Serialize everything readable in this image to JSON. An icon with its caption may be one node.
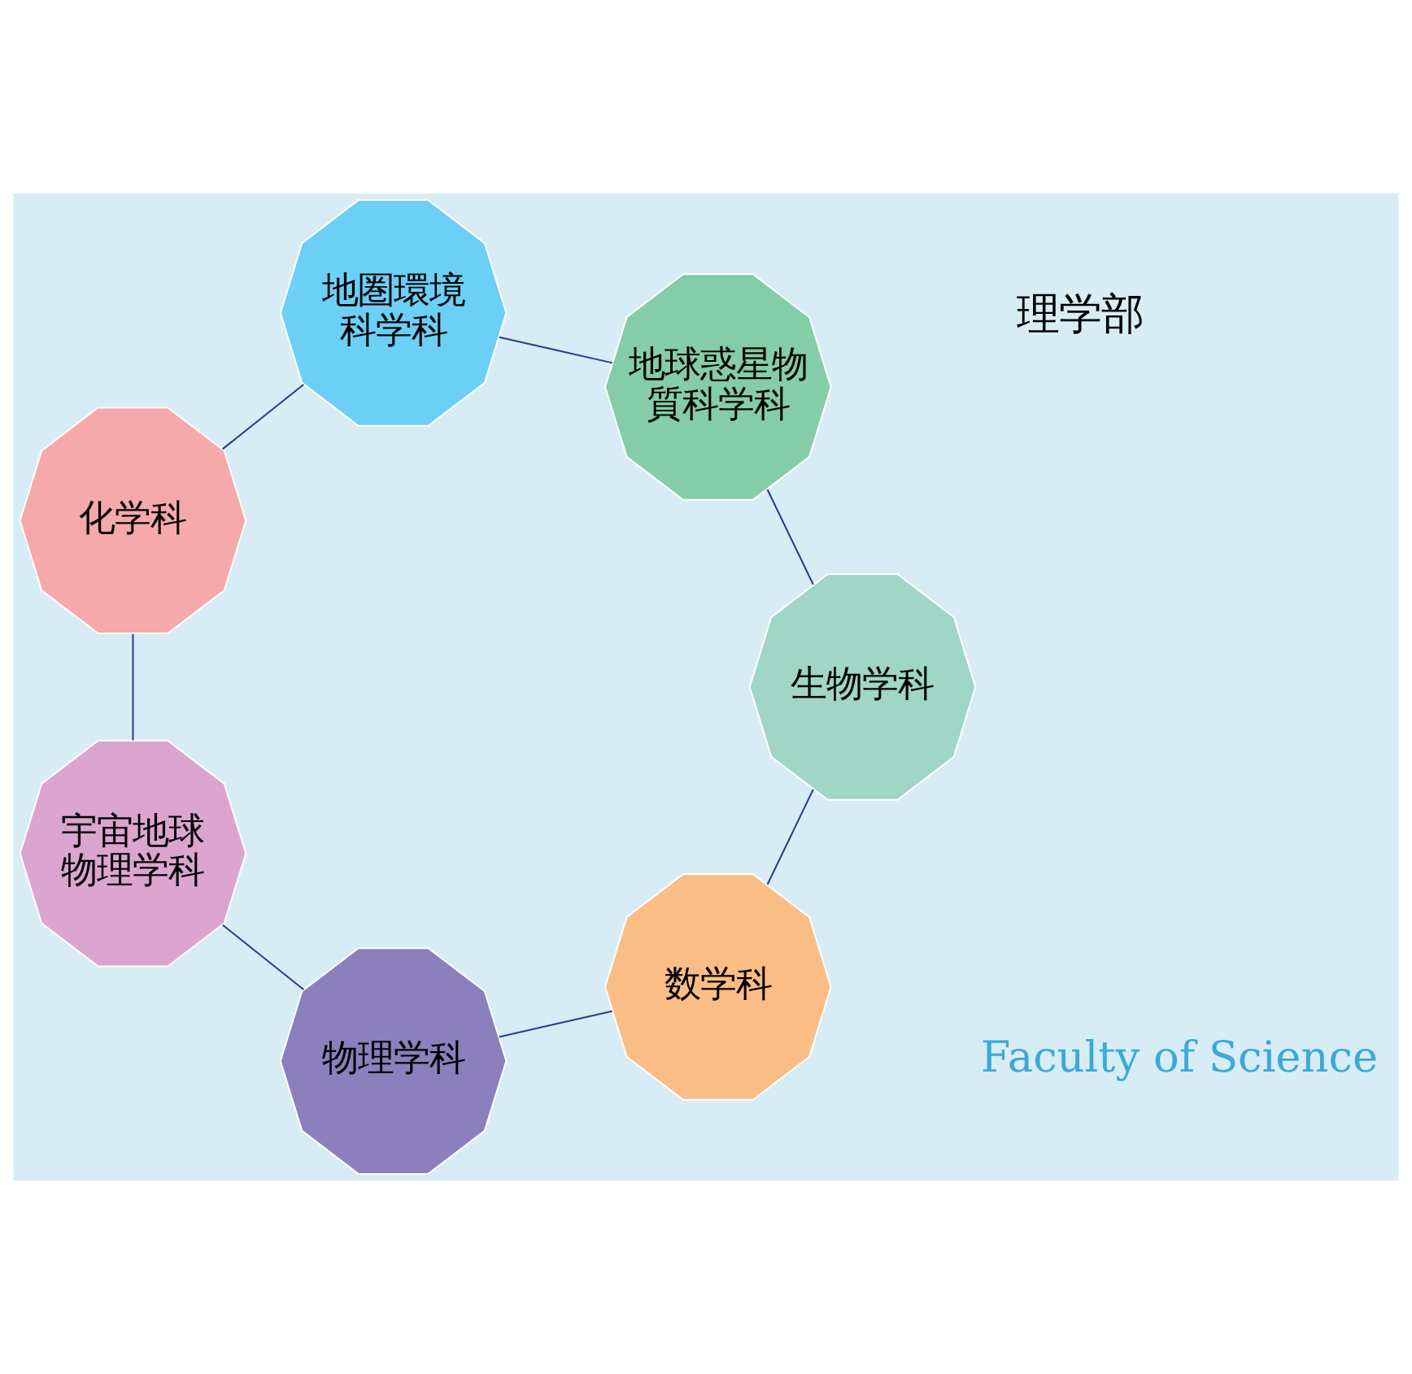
{
  "diagram": {
    "nodes": [
      {
        "text": [
          "数学科"
        ]
      },
      {
        "text": [
          "生物学科"
        ]
      },
      {
        "text": [
          "物理学科"
        ]
      },
      {
        "text": [
          "地球惑星物質科学科"
        ]
      },
      {
        "text": [
          "宇宙地球物理学科"
        ]
      },
      {
        "text": [
          "地圏環境科学科"
        ]
      },
      {
        "text": [
          "化学科"
        ]
      }
    ],
    "edges": [
      {
        "from": 0,
        "to": 2,
        "arrow": "none"
      },
      {
        "from": 2,
        "to": 4,
        "arrow": "none"
      },
      {
        "from": 4,
        "to": 6,
        "arrow": "none"
      },
      {
        "from": 6,
        "to": 5,
        "arrow": "none"
      },
      {
        "from": 5,
        "to": 3,
        "arrow": "none"
      },
      {
        "from": 3,
        "to": 1,
        "arrow": "none"
      },
      {
        "from": 1,
        "to": 0,
        "arrow": "none"
      }
    ],
    "labels": [
      "理学部",
      "Faculty of Science"
    ]
  }
}
